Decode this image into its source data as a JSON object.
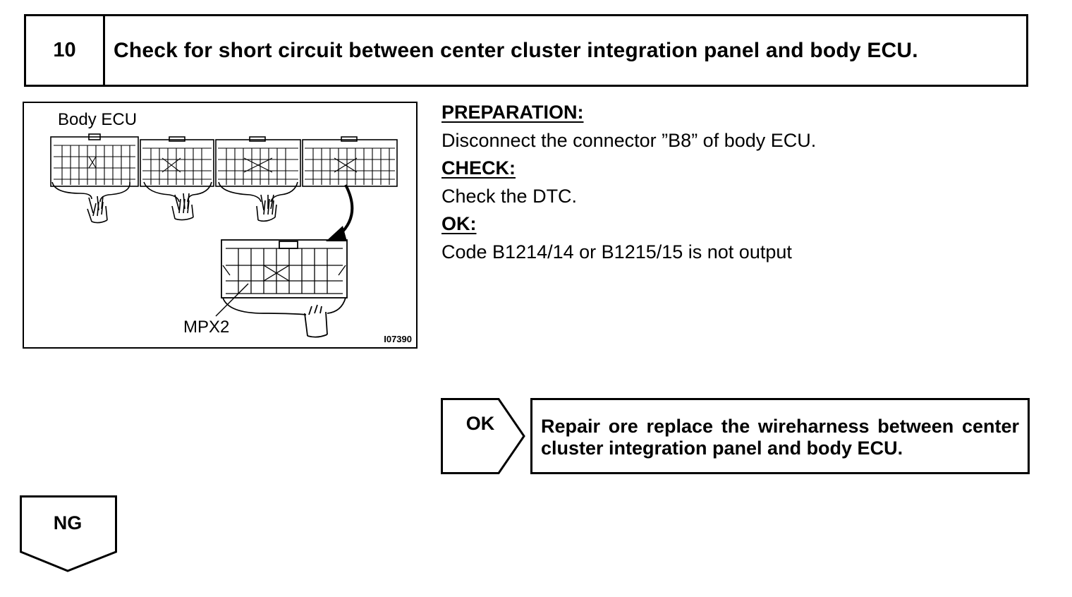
{
  "step": {
    "number": "10",
    "title": "Check for short circuit between center cluster integration panel and body ECU."
  },
  "figure": {
    "label_ecu": "Body ECU",
    "label_connector": "MPX2",
    "code": "I07390"
  },
  "instructions": {
    "preparation_head": "PREPARATION:",
    "preparation_text": "Disconnect the connector ”B8” of body ECU.",
    "check_head": "CHECK:",
    "check_text": "Check the DTC.",
    "ok_head": "OK:",
    "ok_text": "Code B1214/14 or B1215/15 is not output"
  },
  "result_ok": {
    "label": "OK",
    "action": "Repair ore replace the wireharness between center cluster integration panel and body ECU."
  },
  "result_ng": {
    "label": "NG"
  }
}
